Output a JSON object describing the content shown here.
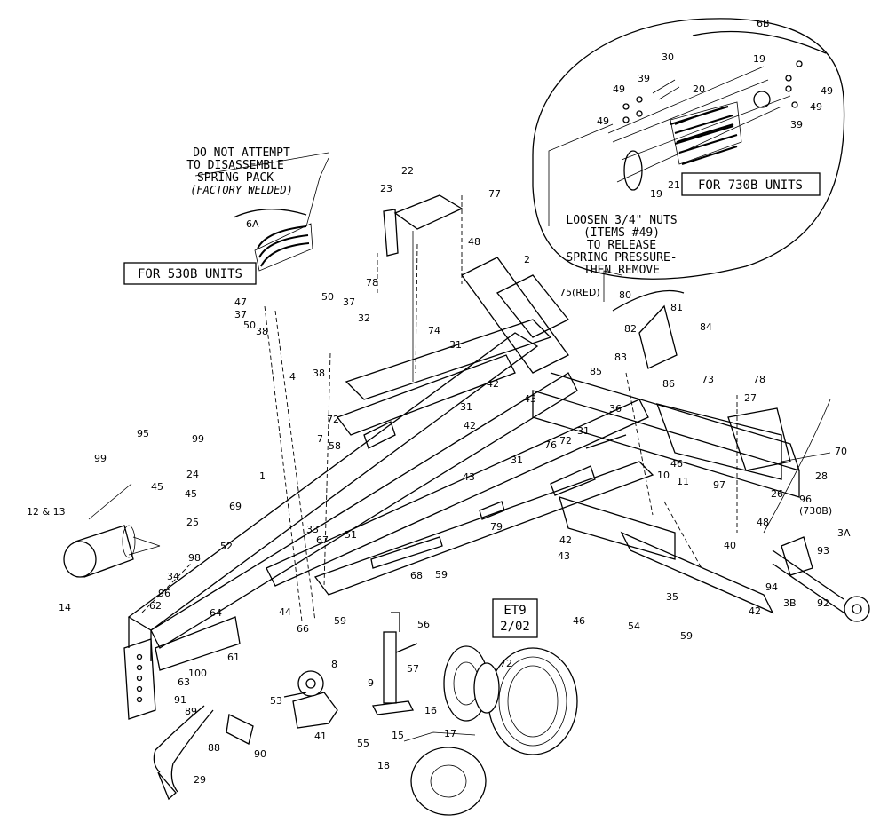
{
  "notes": {
    "spring_warning": [
      "DO NOT ATTEMPT",
      "TO DISASSEMBLE",
      "SPRING PACK"
    ],
    "factory_welded": "(FACTORY WELDED)",
    "loosen": [
      "LOOSEN 3/4\" NUTS",
      "(ITEMS #49)",
      "TO RELEASE",
      "SPRING PRESSURE-",
      "THEN REMOVE"
    ],
    "for_530b": "FOR 530B UNITS",
    "for_730b": "FOR 730B UNITS",
    "stamp": [
      "ET9",
      "2/02"
    ]
  },
  "callouts": {
    "c6b": "6B",
    "c30": "30",
    "c39a": "39",
    "c49a": "49",
    "c19a": "19",
    "c49b": "49",
    "c49c": "49",
    "c20": "20",
    "c39b": "39",
    "c49d": "49",
    "c19b": "19",
    "c21": "21",
    "c22": "22",
    "c23": "23",
    "c77": "77",
    "c48a": "48",
    "c78a": "78",
    "c6a": "6A",
    "c2": "2",
    "c75": "75(RED)",
    "c80": "80",
    "c81": "81",
    "c47": "47",
    "c37a": "37",
    "c50a": "50",
    "c50b": "50",
    "c37b": "37",
    "c32": "32",
    "c38a": "38",
    "c38b": "38",
    "c4": "4",
    "c74": "74",
    "c31a": "31",
    "c82": "82",
    "c84": "84",
    "c83": "83",
    "c85": "85",
    "c86": "86",
    "c73": "73",
    "c78b": "78",
    "c27": "27",
    "c42a": "42",
    "c43a": "43",
    "c31b": "31",
    "c36": "36",
    "c72a": "72",
    "c42b": "42",
    "c31c": "31",
    "c70": "70",
    "c7": "7",
    "c95": "95",
    "c99a": "99",
    "c99b": "99",
    "c58": "58",
    "c76": "76",
    "c72b": "72",
    "c46a": "46",
    "c28": "28",
    "c31d": "31",
    "c43b": "43",
    "c10": "10",
    "c11": "11",
    "c97": "97",
    "c96a": "96",
    "c730b": "(730B)",
    "c24": "24",
    "c45a": "45",
    "c1": "1",
    "c45b": "45",
    "c69": "69",
    "c26": "26",
    "c12": "12 & 13",
    "c25": "25",
    "c51": "51",
    "c79": "79",
    "c48b": "48",
    "c3a": "3A",
    "c33": "33",
    "c67": "67",
    "c42c": "42",
    "c43c": "43",
    "c93": "93",
    "c40": "40",
    "c52": "52",
    "c98": "98",
    "c59a": "59",
    "c68": "68",
    "c94": "94",
    "c42d": "42",
    "c34": "34",
    "c3b": "3B",
    "c92": "92",
    "c14": "14",
    "c96b": "96",
    "c62": "62",
    "c64": "64",
    "c44": "44",
    "c59b": "59",
    "c35": "35",
    "c66": "66",
    "c46b": "46",
    "c54": "54",
    "c59c": "59",
    "c61": "61",
    "c56": "56",
    "c100": "100",
    "c63": "63",
    "c8": "8",
    "c72c": "72",
    "c57": "57",
    "c91": "91",
    "c9": "9",
    "c53": "53",
    "c89": "89",
    "c16": "16",
    "c41": "41",
    "c55": "55",
    "c15": "15",
    "c17": "17",
    "c88": "88",
    "c90": "90",
    "c18": "18",
    "c29": "29"
  }
}
